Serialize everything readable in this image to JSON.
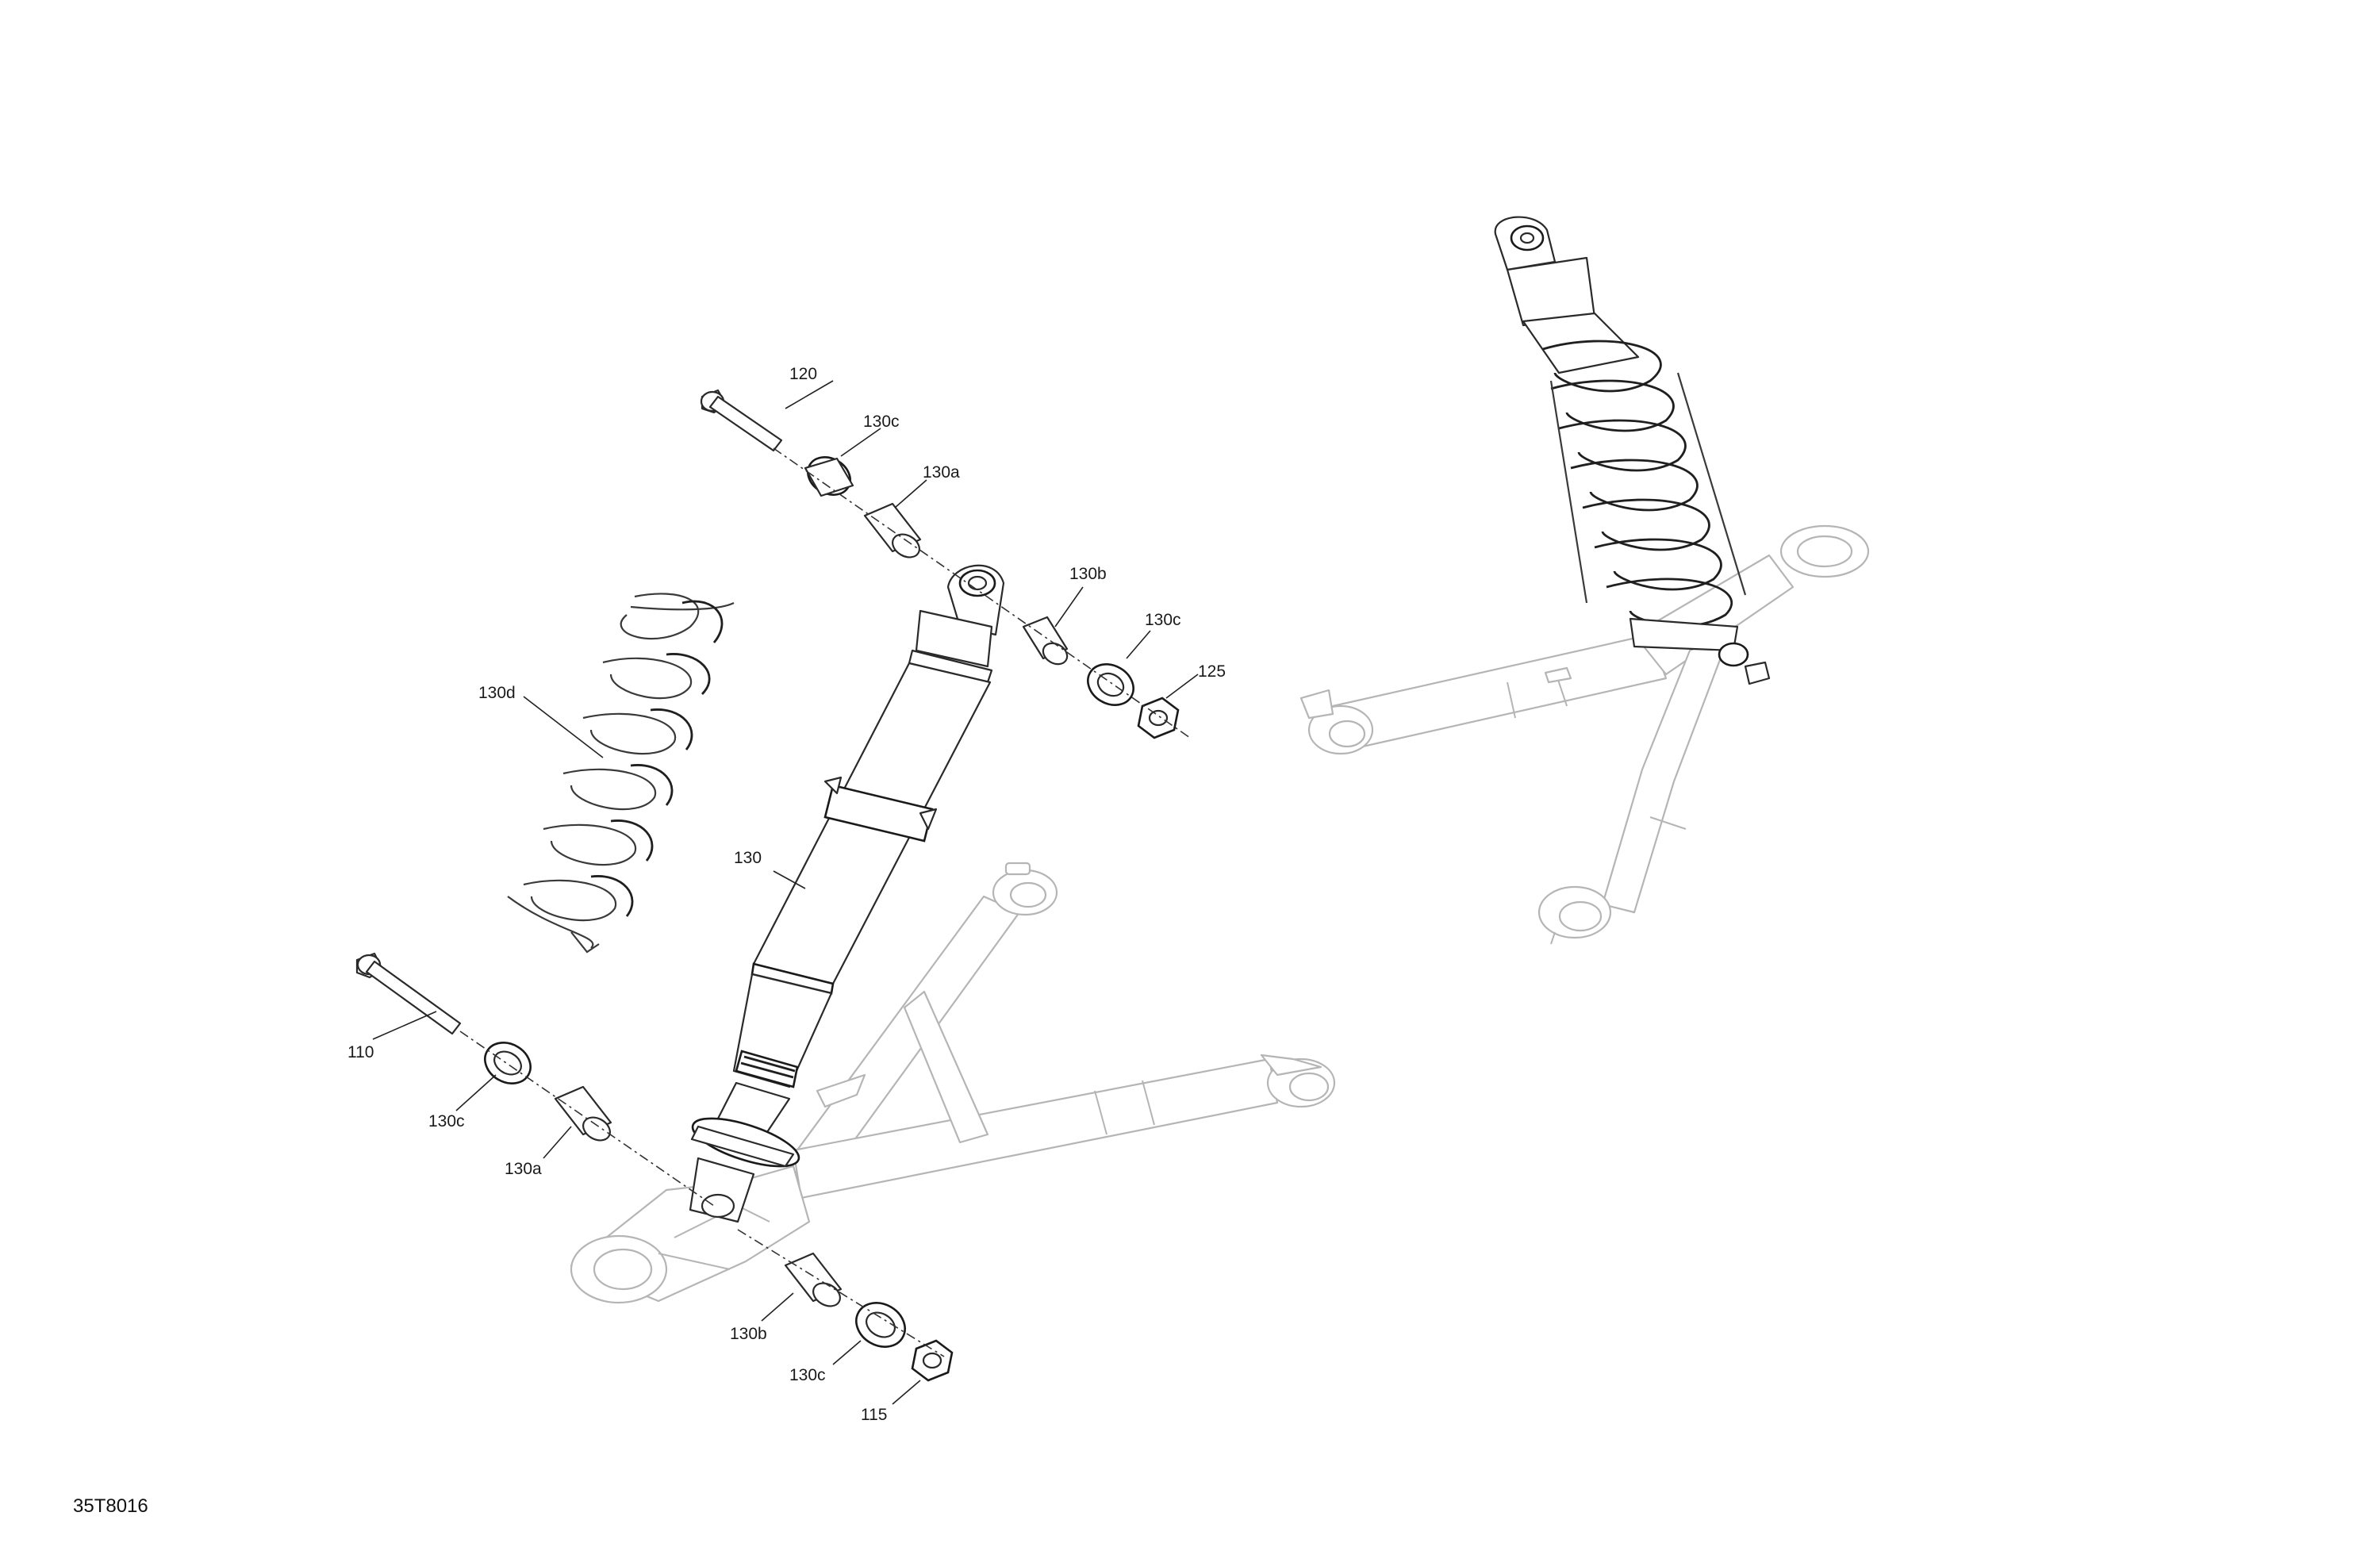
{
  "diagram_id": "35T8016",
  "callouts": [
    {
      "key": "bolt_top",
      "text": "120"
    },
    {
      "key": "bushing_c_top_a",
      "text": "130c"
    },
    {
      "key": "spacer_a_top",
      "text": "130a"
    },
    {
      "key": "spacer_b_top",
      "text": "130b"
    },
    {
      "key": "bushing_c_top_b",
      "text": "130c"
    },
    {
      "key": "nut_top",
      "text": "125"
    },
    {
      "key": "spring",
      "text": "130d"
    },
    {
      "key": "shock",
      "text": "130"
    },
    {
      "key": "bolt_bottom",
      "text": "110"
    },
    {
      "key": "bushing_c_bottom_a",
      "text": "130c"
    },
    {
      "key": "spacer_a_bottom",
      "text": "130a"
    },
    {
      "key": "spacer_b_bottom",
      "text": "130b"
    },
    {
      "key": "bushing_c_bottom_b",
      "text": "130c"
    },
    {
      "key": "nut_bottom",
      "text": "115"
    }
  ],
  "colors": {
    "line_art": "#2a2a2a",
    "ghost_parts": "#b5b5b5",
    "background": "#ffffff"
  }
}
